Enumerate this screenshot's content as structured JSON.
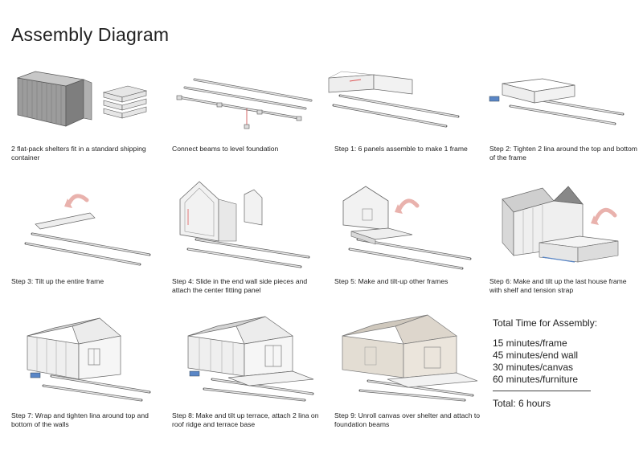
{
  "title": "Assembly Diagram",
  "steps": [
    {
      "caption": "2 flat-pack shelters fit in a standard shipping container"
    },
    {
      "caption": "Connect beams to level foundation"
    },
    {
      "caption": "Step 1: 6 panels assemble to make 1 frame"
    },
    {
      "caption": "Step 2: Tighten 2 lina around the top and bottom of the frame"
    },
    {
      "caption": "Step 3: Tilt up the entire frame"
    },
    {
      "caption": "Step 4: Slide in the end wall side pieces and attach the center fitting panel"
    },
    {
      "caption": "Step 5: Make and tilt-up other frames"
    },
    {
      "caption": "Step 6: Make and tilt up the last house frame with shelf and tension strap"
    },
    {
      "caption": "Step 7: Wrap and tighten lina around top and bottom of the walls"
    },
    {
      "caption": "Step 8: Make and tilt up terrace, attach 2 lina on roof ridge and terrace base"
    },
    {
      "caption": "Step 9: Unroll canvas over shelter and attach to foundation beams"
    }
  ],
  "summary": {
    "heading": "Total Time for Assembly:",
    "items": [
      "15 minutes/frame",
      "45 minutes/end wall",
      "30 minutes/canvas",
      "60 minutes/furniture"
    ],
    "total": "Total: 6 hours"
  },
  "colors": {
    "line": "#555555",
    "fill": "#e6e6e6",
    "accent_arrow": "#e9b2ad",
    "canvas": "#ddd6cc",
    "strap": "#5a86c6"
  }
}
